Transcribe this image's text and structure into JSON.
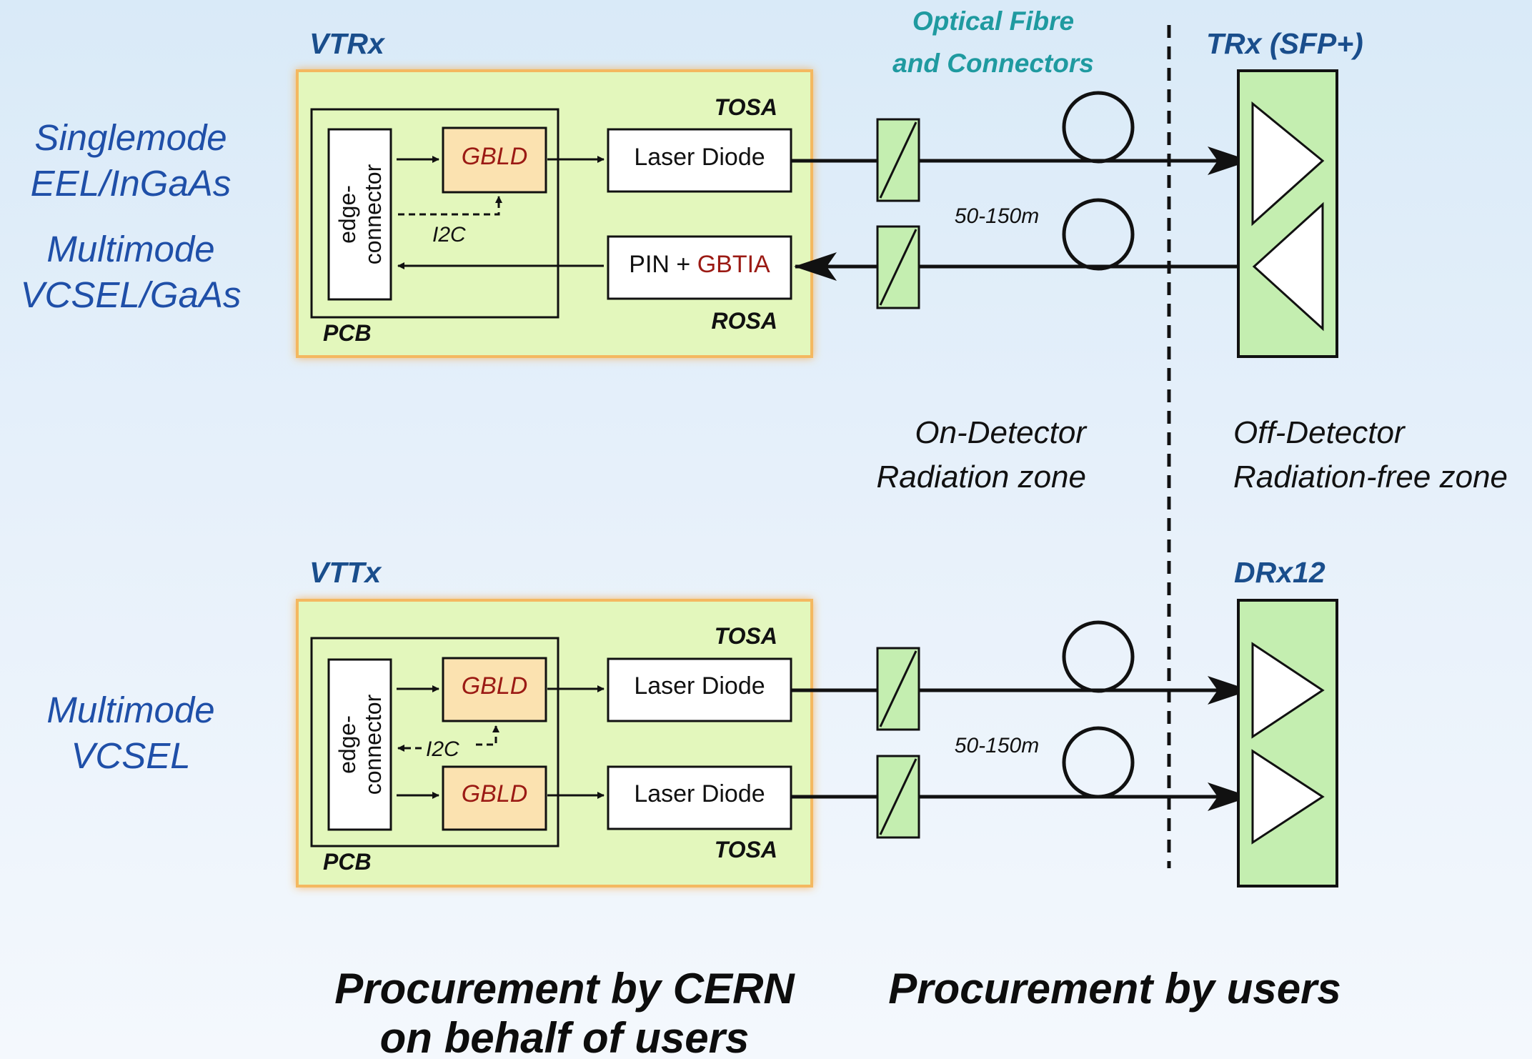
{
  "left_labels": {
    "singlemode": [
      "Singlemode",
      "EEL/InGaAs"
    ],
    "multimode_top": [
      "Multimode",
      "VCSEL/GaAs"
    ],
    "multimode_bottom": [
      "Multimode",
      "VCSEL"
    ]
  },
  "top_module": {
    "name": "VTRx",
    "tosa": "TOSA",
    "rosa": "ROSA",
    "pcb": "PCB",
    "edge_connector": [
      "edge-",
      "connector"
    ],
    "gbld": "GBLD",
    "i2c": "I2C",
    "laser_diode": "Laser Diode",
    "pin_prefix": "PIN + ",
    "gbtia": "GBTIA"
  },
  "bottom_module": {
    "name": "VTTx",
    "tosa_top": "TOSA",
    "tosa_bottom": "TOSA",
    "pcb": "PCB",
    "edge_connector": [
      "edge-",
      "connector"
    ],
    "gbld_1": "GBLD",
    "gbld_2": "GBLD",
    "i2c": "I2C",
    "laser_diode_1": "Laser Diode",
    "laser_diode_2": "Laser Diode"
  },
  "fibre": {
    "title": [
      "Optical Fibre",
      "and Connectors"
    ],
    "length_top": "50-150m",
    "length_bottom": "50-150m"
  },
  "receivers": {
    "top": "TRx (SFP+)",
    "bottom": "DRx12"
  },
  "zones": {
    "on_detector": [
      "On-Detector",
      "Radiation zone"
    ],
    "off_detector": [
      "Off-Detector",
      "Radiation-free zone"
    ]
  },
  "procurement": {
    "cern": [
      "Procurement by CERN",
      "on behalf of users"
    ],
    "users": "Procurement by users"
  }
}
